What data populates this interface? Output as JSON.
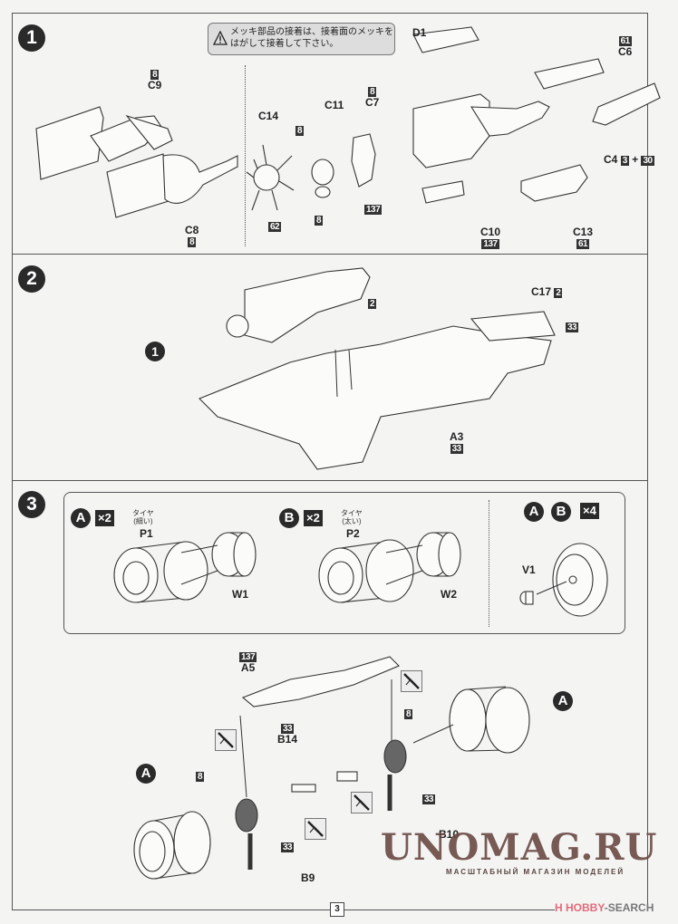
{
  "page": {
    "number": "3"
  },
  "step1": {
    "number": "1",
    "note": {
      "icon": "warning-icon",
      "line1": "メッキ部品の接着は、接着面のメッキを",
      "line2": "はがして接着して下さい。"
    },
    "labels": {
      "C9": "C9",
      "C9_color": "8",
      "C8": "C8",
      "C8_color": "8",
      "C14": "C14",
      "C14_color": "62",
      "C11": "C11",
      "C11_color_top": "8",
      "C11_color_bottom": "8",
      "C11_color_right": "137",
      "C7": "C7",
      "C7_color": "8",
      "D1": "D1",
      "C6": "C6",
      "C6_color": "61",
      "C4": "C4",
      "C4_color_a": "3",
      "C4_plus": "+",
      "C4_color_b": "30",
      "C10": "C10",
      "C10_color": "137",
      "C13": "C13",
      "C13_color": "61"
    }
  },
  "step2": {
    "number": "2",
    "ref_step": "1",
    "labels": {
      "C17": "C17",
      "C17_color": "2",
      "pipe_color": "2",
      "tank_color": "33",
      "A3": "A3",
      "A3_color": "33"
    }
  },
  "step3": {
    "number": "3",
    "wheels": {
      "groupA": {
        "letter": "A",
        "mult": "×2",
        "tire_jp": "タイヤ",
        "tire_note": "(細い)",
        "tire": "P1",
        "wheel": "W1"
      },
      "groupB": {
        "letter": "B",
        "mult": "×2",
        "tire_jp": "タイヤ",
        "tire_note": "(太い)",
        "tire": "P2",
        "wheel": "W2"
      },
      "groupAB": {
        "letterA": "A",
        "letterB": "B",
        "mult": "×4",
        "cap": "V1"
      }
    },
    "suspension": {
      "A5": "A5",
      "A5_color": "137",
      "B14": "B14",
      "B14_color": "33",
      "left_upright_color": "8",
      "right_upright_color": "8",
      "left_spring_color": "33",
      "right_spring_color": "33",
      "B9": "B9",
      "B10": "B10",
      "wheel_left": "A",
      "wheel_right": "A",
      "no_glue_icon": "no-glue-icon"
    }
  },
  "watermarks": {
    "unomag": "UNOMAG.RU",
    "unomag_sub": "МАСШТАБНЫЙ МАГАЗИН МОДЕЛЕЙ",
    "hobby_logo": "H",
    "hobby_text_red": "HOBBY",
    "hobby_text_gray": "-SEARCH"
  }
}
